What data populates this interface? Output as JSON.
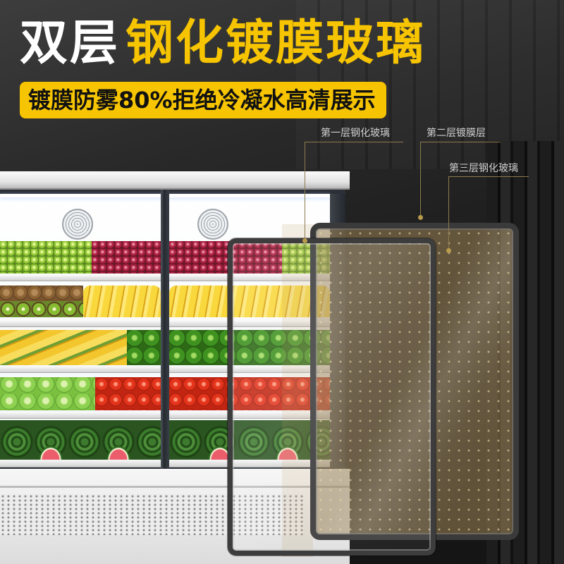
{
  "title": {
    "part1": "双层",
    "part2": "钢化镀膜玻璃"
  },
  "banner": {
    "text": "镀膜防雾80%拒绝冷凝水高清展示"
  },
  "labels": {
    "layer1": "第一层钢化玻璃",
    "layer2": "第二层镀膜层",
    "layer3": "第三层钢化玻璃"
  },
  "colors": {
    "accent": "#f6c400",
    "title_white": "#ffffff",
    "banner_text": "#111111",
    "label_text": "#cfcfcf",
    "background": "#1b1b1b"
  }
}
